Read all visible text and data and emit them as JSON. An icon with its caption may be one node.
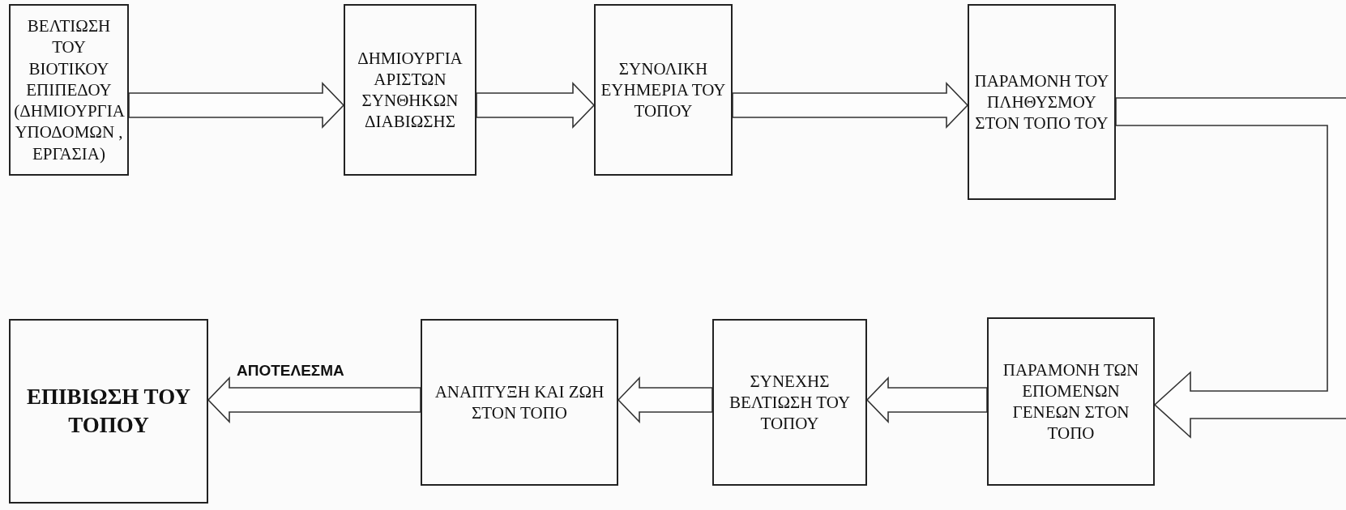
{
  "diagram": {
    "nodes": [
      {
        "text": [
          "ΒΕΛΤΙΩΣΗ ΤΟΥ ΒΙΟΤΙΚΟΥ ΕΠΙΠΕΔΟΥ (ΔΗΜΙΟΥΡΓΙΑ ΥΠΟΔΟΜΩΝ , ΕΡΓΑΣΙΑ)"
        ]
      },
      {
        "text": [
          "ΔΗΜΙΟΥΡΓΙΑ ΑΡΙΣΤΩΝ ΣΥΝΘΗΚΩΝ ΔΙΑΒΙΩΣΗΣ"
        ]
      },
      {
        "text": [
          "ΣΥΝΟΛΙΚΗ ΕΥΗΜΕΡΙΑ ΤΟΥ ΤΟΠΟΥ"
        ]
      },
      {
        "text": [
          "ΠΑΡΑΜΟΝΗ ΤΟΥ ΠΛΗΘΥΣΜΟΥ ΣΤΟΝ ΤΟΠΟ ΤΟΥ"
        ]
      },
      {
        "text": [
          "ΠΑΡΑΜΟΝΗ ΤΩΝ ΕΠΟΜΕΝΩΝ ΓΕΝΕΩΝ ΣΤΟΝ ΤΟΠΟ"
        ]
      },
      {
        "text": [
          "ΣΥΝΕΧΗΣ ΒΕΛΤΙΩΣΗ ΤΟΥ ΤΟΠΟΥ"
        ]
      },
      {
        "text": [
          "ΑΝΑΠΤΥΞΗ ΚΑΙ ΖΩΗ ΣΤΟΝ ΤΟΠΟ"
        ]
      },
      {
        "text": [
          "ΕΠΙΒΙΩΣΗ ΤΟΥ ΤΟΠΟΥ"
        ]
      }
    ],
    "edges": [
      {
        "from": 0,
        "to": 1,
        "arrow": "to"
      },
      {
        "from": 1,
        "to": 2,
        "arrow": "to"
      },
      {
        "from": 2,
        "to": 3,
        "arrow": "to"
      },
      {
        "from": 3,
        "to": 4,
        "arrow": "to"
      },
      {
        "from": 4,
        "to": 5,
        "arrow": "to"
      },
      {
        "from": 5,
        "to": 6,
        "arrow": "to"
      },
      {
        "from": 6,
        "to": 7,
        "arrow": "to",
        "label": "ΑΠΟΤΕΛΕΣΜΑ"
      }
    ]
  }
}
